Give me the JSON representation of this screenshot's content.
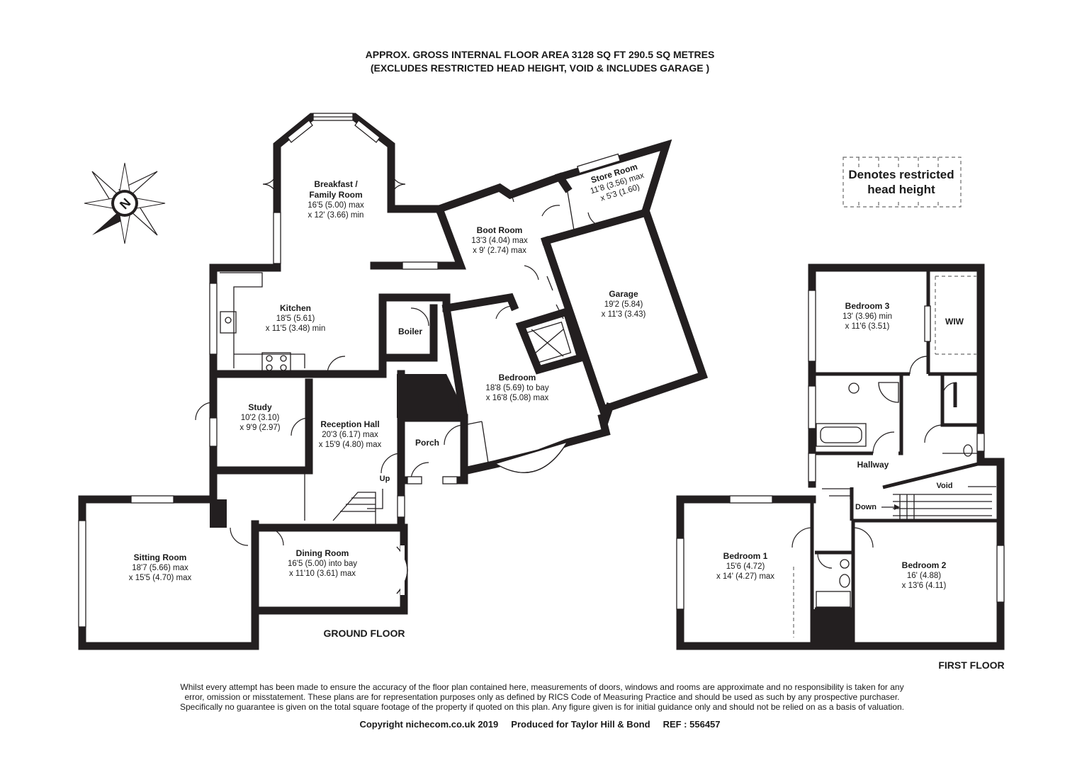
{
  "header": {
    "line1": "APPROX. GROSS INTERNAL FLOOR AREA 3128 SQ FT 290.5 SQ METRES",
    "line2": "(EXCLUDES RESTRICTED HEAD HEIGHT, VOID & INCLUDES GARAGE )"
  },
  "compass": {
    "label": "N",
    "icon": "compass-rose-icon"
  },
  "legend": {
    "line1": "Denotes restricted",
    "line2": "head height"
  },
  "floors": {
    "ground": "GROUND FLOOR",
    "first": "FIRST FLOOR"
  },
  "rooms": {
    "breakfast": {
      "name1": "Breakfast /",
      "name2": "Family Room",
      "dim1": "16'5 (5.00) max",
      "dim2": "x 12' (3.66) min"
    },
    "kitchen": {
      "name": "Kitchen",
      "dim1": "18'5 (5.61)",
      "dim2": "x 11'5 (3.48) min"
    },
    "boot_room": {
      "name": "Boot Room",
      "dim1": "13'3 (4.04) max",
      "dim2": "x 9' (2.74) max"
    },
    "store_room": {
      "name": "Store Room",
      "dim1": "11'8 (3.56) max",
      "dim2": "x 5'3 (1.60)"
    },
    "garage": {
      "name": "Garage",
      "dim1": "19'2 (5.84)",
      "dim2": "x 11'3 (3.43)"
    },
    "boiler": {
      "name": "Boiler"
    },
    "bedroom_ground": {
      "name": "Bedroom",
      "dim1": "18'8 (5.69) to bay",
      "dim2": "x 16'8 (5.08) max"
    },
    "study": {
      "name": "Study",
      "dim1": "10'2 (3.10)",
      "dim2": "x 9'9 (2.97)"
    },
    "reception_hall": {
      "name": "Reception Hall",
      "dim1": "20'3 (6.17) max",
      "dim2": "x 15'9 (4.80) max"
    },
    "porch": {
      "name": "Porch"
    },
    "up": {
      "name": "Up"
    },
    "sitting_room": {
      "name": "Sitting Room",
      "dim1": "18'7 (5.66) max",
      "dim2": "x 15'5 (4.70) max"
    },
    "dining_room": {
      "name": "Dining Room",
      "dim1": "16'5 (5.00) into bay",
      "dim2": "x 11'10 (3.61) max"
    },
    "bedroom3": {
      "name": "Bedroom 3",
      "dim1": "13' (3.96) min",
      "dim2": "x 11'6 (3.51)"
    },
    "wiw": {
      "name": "WIW"
    },
    "hallway": {
      "name": "Hallway"
    },
    "void": {
      "name": "Void"
    },
    "down": {
      "name": "Down"
    },
    "bedroom1": {
      "name": "Bedroom 1",
      "dim1": "15'6 (4.72)",
      "dim2": "x 14' (4.27) max"
    },
    "bedroom2": {
      "name": "Bedroom 2",
      "dim1": "16' (4.88)",
      "dim2": "x 13'6 (4.11)"
    }
  },
  "disclaimer": {
    "line1": "Whilst every attempt has been made to ensure the accuracy of the floor plan contained here, measurements of doors, windows and rooms are approximate and no responsibility is taken for any",
    "line2": "error, omission or misstatement. These plans are for representation purposes only as defined by RICS Code of Measuring Practice and should be used as such by any prospective purchaser.",
    "line3": "Specifically no guarantee is given on the total square footage of the property if quoted on this plan. Any figure given is for initial guidance only and should not be relied on as a basis of valuation."
  },
  "footer": {
    "copyright": "Copyright nichecom.co.uk 2019     Produced for Taylor Hill & Bond     REF : 556457"
  }
}
